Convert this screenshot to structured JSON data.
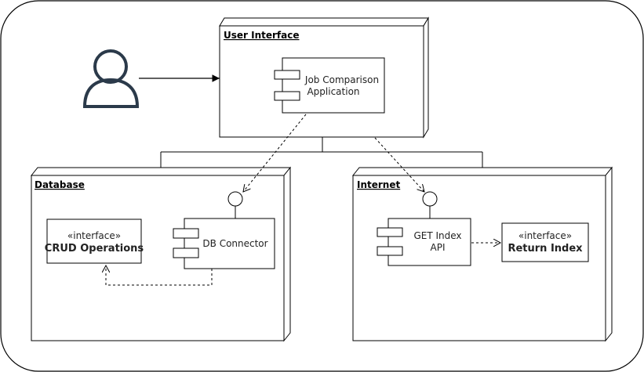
{
  "diagram": {
    "nodes": {
      "user_interface": {
        "title": "User Interface"
      },
      "database": {
        "title": "Database"
      },
      "internet": {
        "title": "Internet"
      }
    },
    "components": {
      "job_app": {
        "line1": "Job Comparison",
        "line2": "Application"
      },
      "db_connector": {
        "label": "DB Connector"
      },
      "get_index": {
        "line1": "GET Index",
        "line2": "API"
      }
    },
    "interfaces": {
      "crud": {
        "stereotype": "«interface»",
        "name": "CRUD Operations"
      },
      "return_index": {
        "stereotype": "«interface»",
        "name": "Return Index"
      }
    }
  }
}
